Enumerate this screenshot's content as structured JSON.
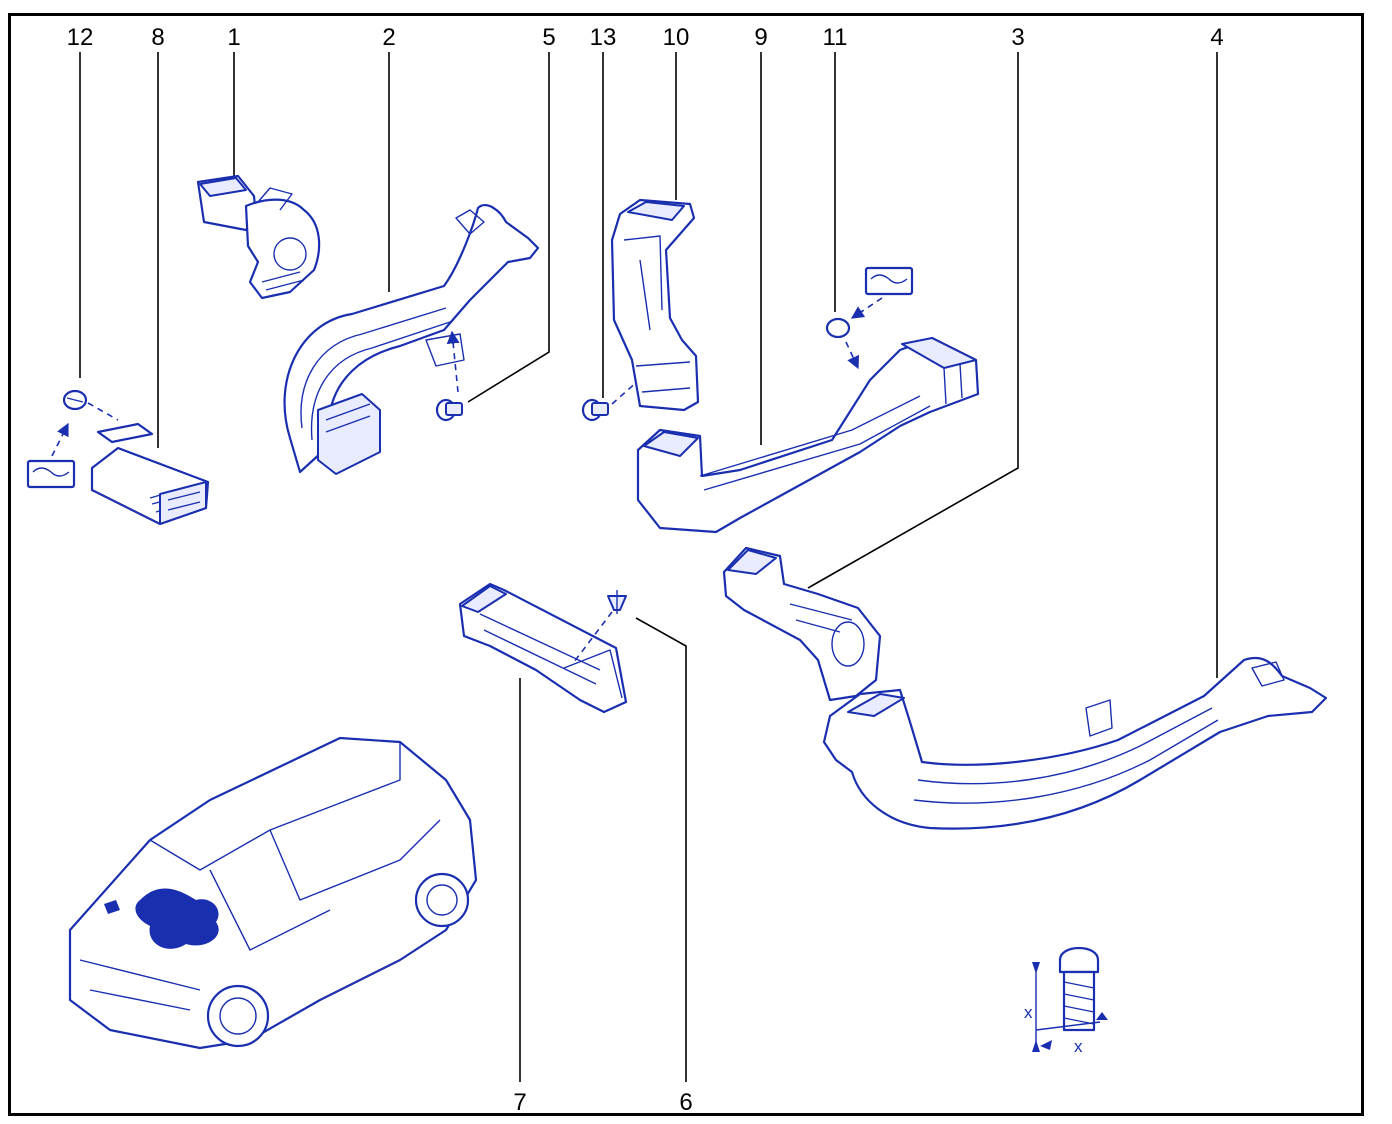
{
  "diagram": {
    "accent_color": "#1a2fb0",
    "callouts": [
      "12",
      "8",
      "1",
      "2",
      "5",
      "13",
      "10",
      "9",
      "11",
      "3",
      "4",
      "7",
      "6"
    ],
    "dimension_marks": [
      "x",
      "x"
    ]
  }
}
